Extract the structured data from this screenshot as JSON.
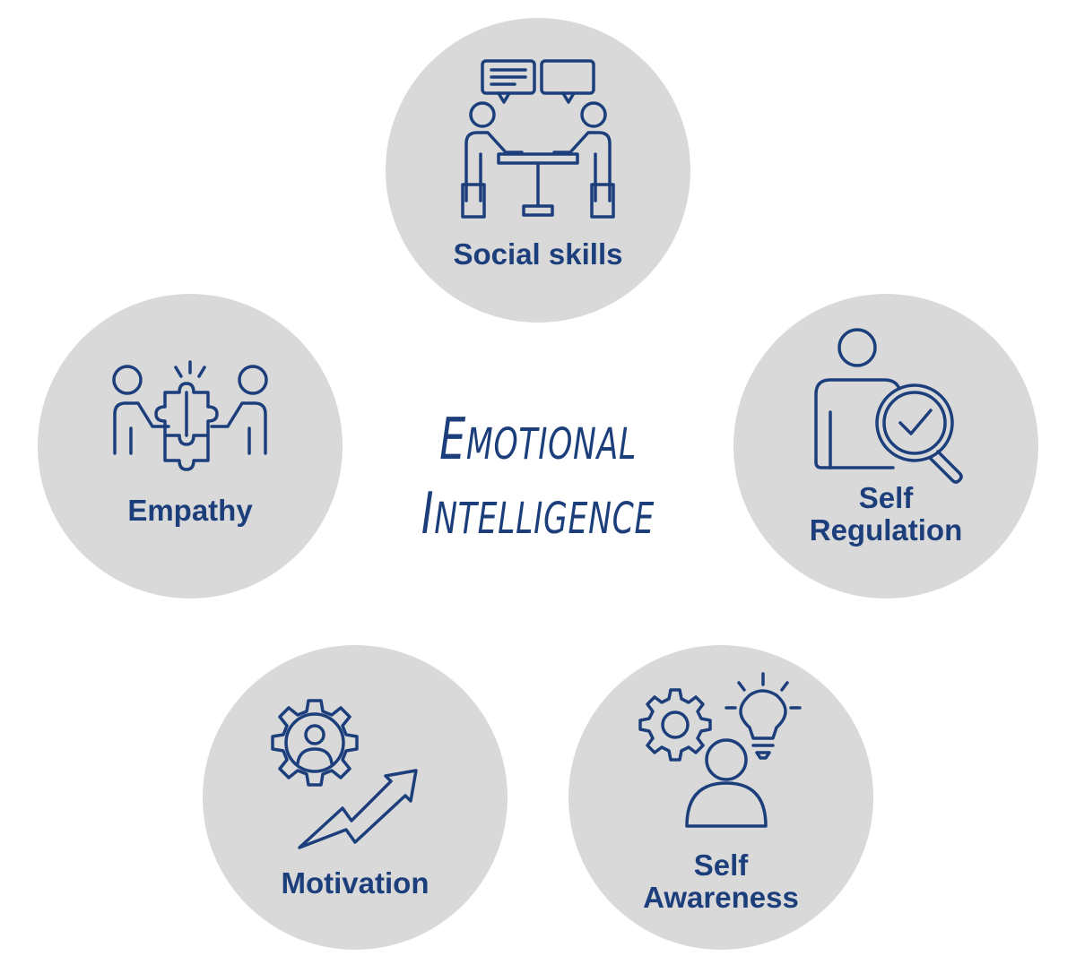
{
  "title": {
    "line1": {
      "first": "E",
      "rest": "MOTIONAL"
    },
    "line2": {
      "first": "I",
      "rest": "NTELLIGENCE"
    }
  },
  "nodes": {
    "social": {
      "label": "Social skills",
      "icon": "meeting-table-icon"
    },
    "empathy": {
      "label": "Empathy",
      "icon": "puzzle-people-icon"
    },
    "regulation": {
      "label_line1": "Self",
      "label_line2": "Regulation",
      "icon": "person-magnifier-check-icon"
    },
    "motivation": {
      "label": "Motivation",
      "icon": "gear-person-arrow-icon"
    },
    "awareness": {
      "label_line1": "Self",
      "label_line2": "Awareness",
      "icon": "person-gear-lightbulb-icon"
    }
  },
  "colors": {
    "circle": "#d9d9da",
    "accent": "#1c3f7c",
    "background": "#ffffff"
  }
}
